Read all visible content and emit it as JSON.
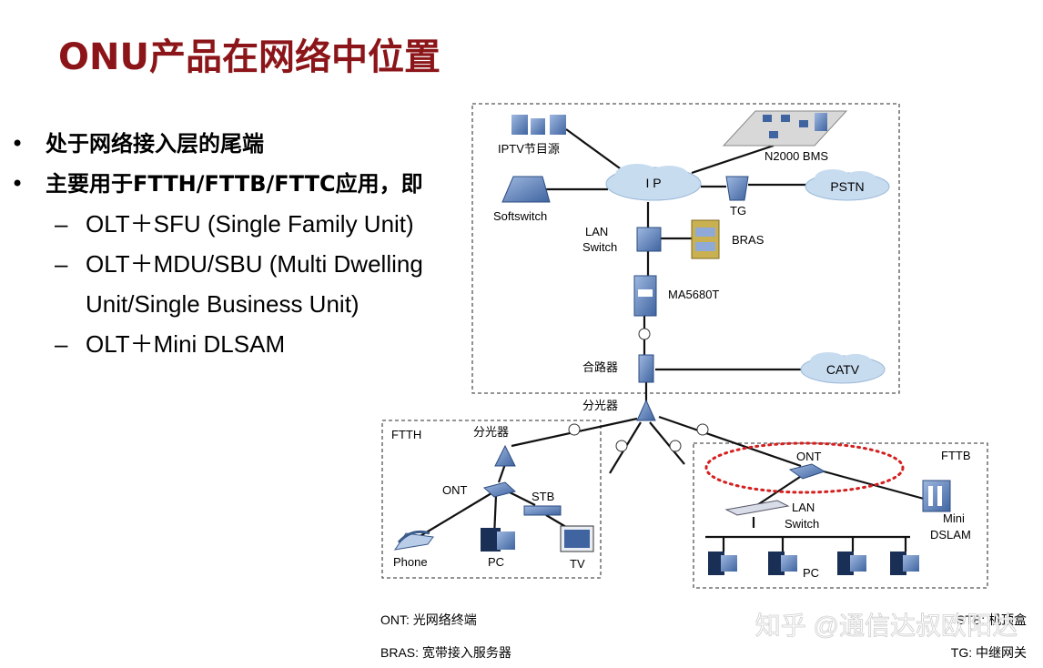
{
  "title": "ONU产品在网络中位置",
  "bullets": [
    {
      "marker": "•",
      "text": "处于网络接入层的尾端"
    },
    {
      "marker": "•",
      "text": "主要用于FTTH/FTTB/FTTC应用，即"
    }
  ],
  "sub_bullets": [
    {
      "marker": "–",
      "text": "OLT＋SFU (Single Family Unit)"
    },
    {
      "marker": "–",
      "text": "OLT＋MDU/SBU (Multi Dwelling"
    },
    {
      "marker": "",
      "text": "Unit/Single Business Unit)"
    },
    {
      "marker": "–",
      "text": "OLT＋Mini DLSAM"
    }
  ],
  "diagram": {
    "nodes": {
      "iptv": "IPTV节目源",
      "n2000": "N2000 BMS",
      "ip": "I P",
      "softswitch": "Softswitch",
      "tg": "TG",
      "pstn": "PSTN",
      "lan_switch_top_1": "LAN",
      "lan_switch_top_2": "Switch",
      "bras": "BRAS",
      "ma5680t": "MA5680T",
      "combiner": "合路器",
      "catv": "CATV",
      "splitter_main": "分光器",
      "ftth_label": "FTTH",
      "ftth_splitter": "分光器",
      "ftth_ont": "ONT",
      "stb": "STB",
      "phone": "Phone",
      "pc_ftth": "PC",
      "tv": "TV",
      "fttb_label": "FTTB",
      "fttb_ont": "ONT",
      "lan_switch_b_1": "LAN",
      "lan_switch_b_2": "Switch",
      "mini_dslam_1": "Mini",
      "mini_dslam_2": "DSLAM",
      "pc_fttb": "PC"
    },
    "legend": {
      "ont_def": "ONT: 光网络终端",
      "bras_def": "BRAS: 宽带接入服务器",
      "stb_def": "STB: 机顶盒",
      "tg_def": "TG: 中继网关"
    }
  },
  "watermark": "知乎 @通信达叔欧阳达",
  "colors": {
    "title": "#8b1518",
    "cloud": "#c8dcf0",
    "device": "#5b80b8",
    "highlight": "#d42020"
  }
}
